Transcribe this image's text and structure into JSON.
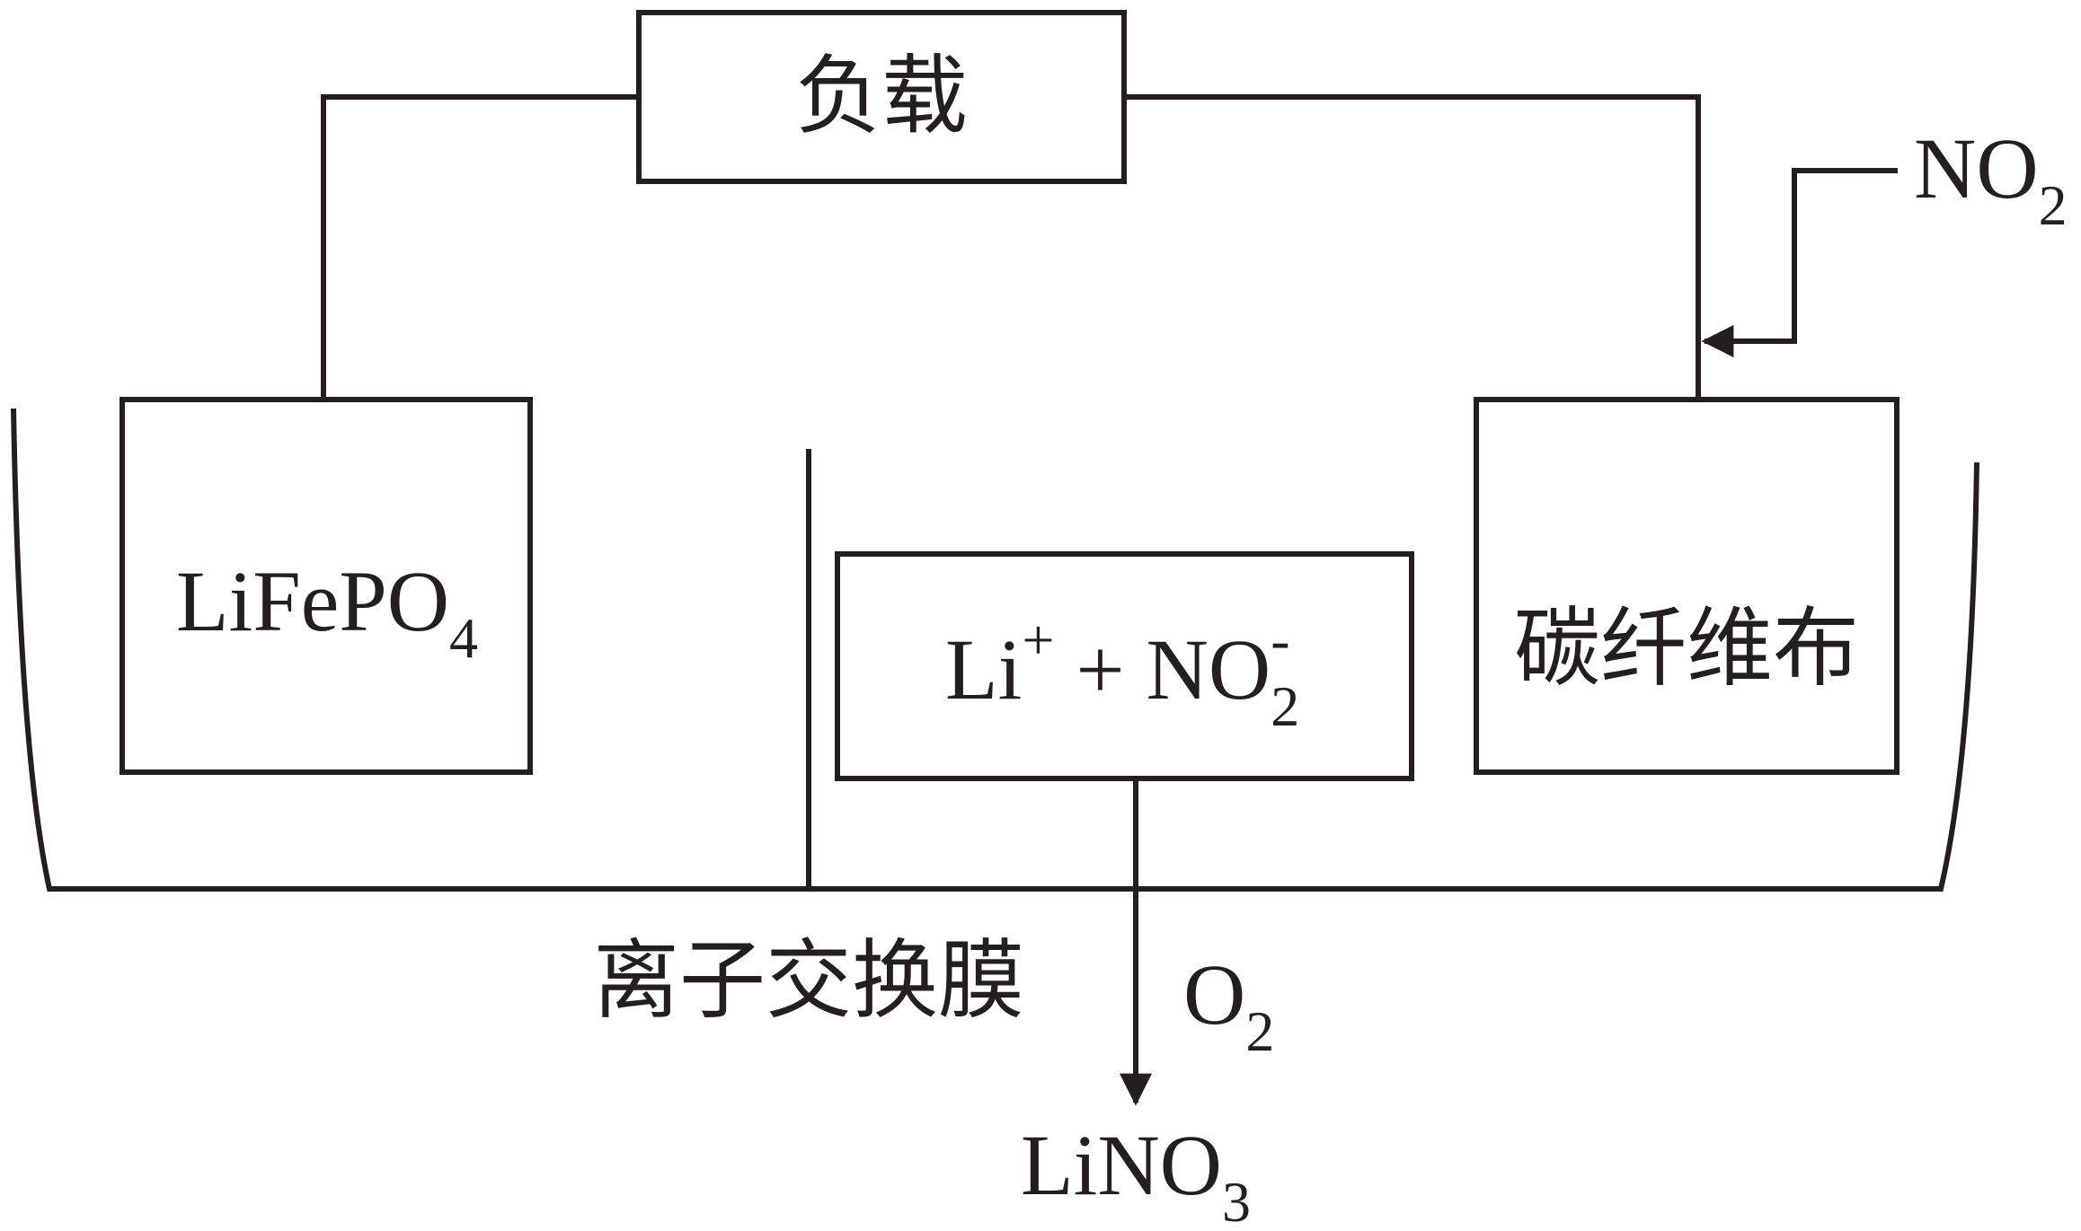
{
  "labels": {
    "load": "负载",
    "anode": "LiFePO",
    "anode_sub": "4",
    "cathode": "碳纤维布",
    "electrolyte_li": "Li",
    "electrolyte_li_sup": "+",
    "electrolyte_plus": " + NO",
    "electrolyte_sub": "2",
    "electrolyte_sup": "-",
    "membrane": "离子交换膜",
    "gas_in": "NO",
    "gas_in_sub": "2",
    "gas_out": "O",
    "gas_out_sub": "2",
    "product": "LiNO",
    "product_sub": "3"
  },
  "colors": {
    "line": "#231f20",
    "background": "#ffffff"
  }
}
